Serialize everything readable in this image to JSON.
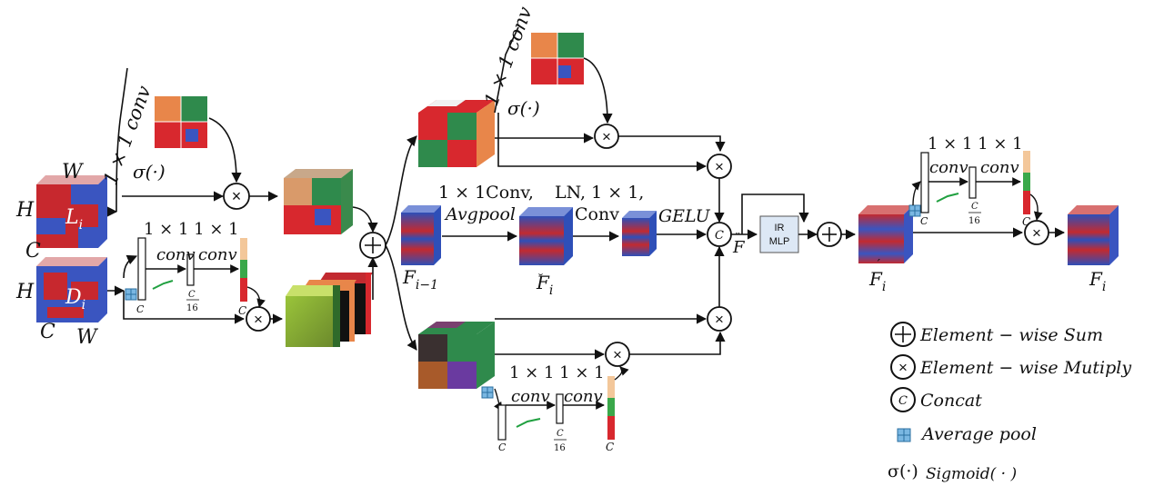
{
  "left_block": {
    "W_top": "W",
    "H_top": "H",
    "C_top": "C",
    "Li_main": "L",
    "Li_sub": "i",
    "H_bottom": "H",
    "C_bottom": "C",
    "W_bottom": "W",
    "Di_main": "D",
    "Di_sub": "i",
    "conv1x1": "1 × 1 conv",
    "sigma": "σ(·)",
    "conv_pair_top": "1 × 1 1 × 1",
    "conv_a": "conv",
    "conv_b": "conv",
    "c_label": "C",
    "c16_num": "C",
    "c16_den": "16",
    "c_out": "C"
  },
  "middle_block": {
    "conv1x1_top": "1 × 1 conv",
    "sigma_top": "σ(·)",
    "conv_avgpool_1": "1 × 1Conv,",
    "conv_avgpool_2": "Avgpool",
    "ln_conv_1": "LN, 1 × 1,",
    "ln_conv_2": "Conv",
    "gelu": "GELU",
    "f_prev_main": "F",
    "f_prev_sub": "i−1",
    "f_breve_main": "F",
    "f_breve_sub": "i",
    "f_ddot": "F",
    "concat_c": "C",
    "conv_pair_bottom": "1 × 1 1 × 1",
    "conv_a": "conv",
    "conv_b": "conv",
    "c_label": "C",
    "c16_num": "C",
    "c16_den": "16",
    "c_out": "C"
  },
  "right_block": {
    "ir_mlp_1": "IR",
    "ir_mlp_2": "MLP",
    "conv_pair": "1 × 1 1 × 1",
    "conv_a": "conv",
    "conv_b": "conv",
    "c_label": "C",
    "c16_num": "C",
    "c16_den": "16",
    "c_out": "C",
    "f_acute_main": "F",
    "f_acute_sub": "i",
    "f_final_main": "F",
    "f_final_sub": "i"
  },
  "legend": {
    "sum": "Element − wise Sum",
    "multiply": "Element − wise Mutiply",
    "concat": "Concat",
    "concat_symbol": "C",
    "avgpool": "Average pool",
    "sigmoid_symbol": "σ(·)",
    "sigmoid": "Sigmoid( · )"
  },
  "colors": {
    "red": "#d8282e",
    "blue": "#3a55c0",
    "green": "#2f8a4c",
    "orange": "#e8864a",
    "tan": "#f3c79a",
    "mlp_fill": "#dde8f5"
  }
}
